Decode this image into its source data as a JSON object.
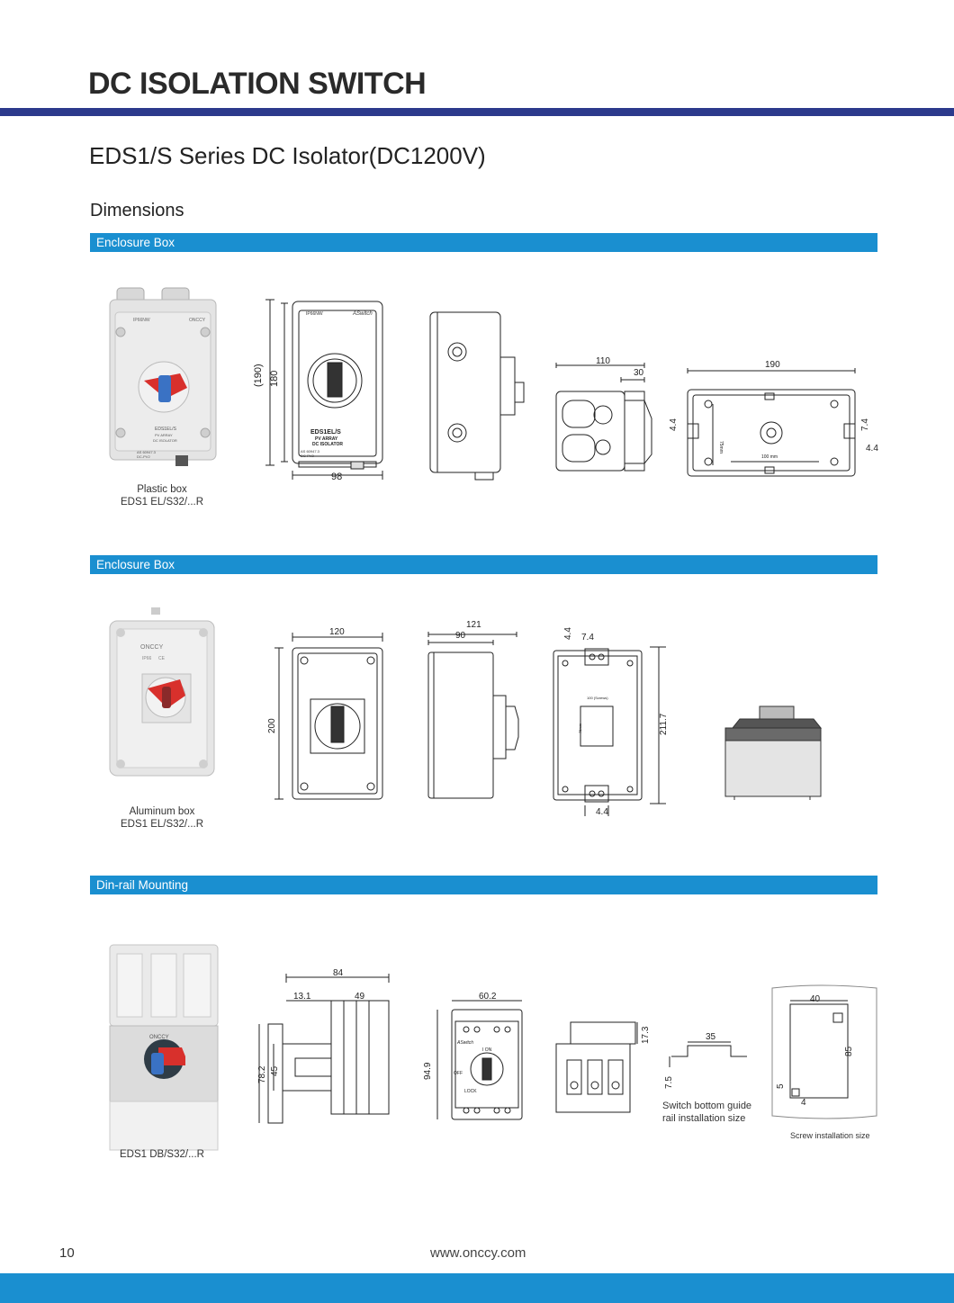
{
  "header": {
    "title": "DC ISOLATION SWITCH",
    "subtitle": "EDS1/S Series DC Isolator(DC1200V)",
    "section": "Dimensions"
  },
  "colors": {
    "band": "#1a8fd0",
    "rule": "#2c3a8c",
    "handle_red": "#d8302c",
    "handle_blue": "#3a72c4"
  },
  "sections": [
    {
      "label": "Enclosure Box",
      "caption_line1": "Plastic box",
      "caption_line2": "EDS1 EL/S32/...R",
      "product_labels": {
        "rating": "IP66NW",
        "brand": "ONCCY",
        "model": "EDS1EL/S",
        "line2": "PV ARRAY",
        "line3": "DC ISOLATOR",
        "code": "AS 60947.3",
        "range": "DC-PV2"
      },
      "front_labels": {
        "rating": "IP66NW",
        "brand": "ASwitch",
        "model": "EDS1EL/S",
        "line2": "PV ARRAY",
        "line3": "DC ISOLATOR",
        "code": "AS 60947.3",
        "range": "DC-PV2"
      },
      "dims": {
        "outer_h": "(190)",
        "h": "180",
        "w": "98",
        "depth": "110",
        "offset": "30",
        "length": "190",
        "small1": "4.4",
        "small2": "7.4",
        "small3": "4.4",
        "inner_h": "75mm",
        "inner_w": "100 mm"
      }
    },
    {
      "label": "Enclosure Box",
      "caption_line1": "Aluminum box",
      "caption_line2": "EDS1 EL/S32/...R",
      "product_labels": {
        "brand": "ONCCY",
        "rating": "IP66",
        "mark": "CE"
      },
      "dims": {
        "w": "120",
        "h": "200",
        "depth_total": "121",
        "depth": "90",
        "s1": "4.4",
        "s2": "7.4",
        "height_total": "211.7",
        "s3": "4.4",
        "inner1": "100 (Screws)",
        "inner2": "75mm"
      }
    },
    {
      "label": "Din-rail Mounting",
      "caption_line1": "EDS1 DB/S32/...R",
      "product_labels": {
        "brand": "ONCCY"
      },
      "dims": {
        "total": "84",
        "a": "13.1",
        "b": "49",
        "h1": "78.2",
        "h2": "45",
        "w": "60.2",
        "h3": "94.9",
        "top": "17.3",
        "rail_w": "35",
        "rail_h": "7.5",
        "sw": "40",
        "sh": "85",
        "s5": "5",
        "s4": "4"
      },
      "switch_labels": {
        "brand": "ASwitch",
        "on": "I ON",
        "off": "OFF",
        "lock": "LOCK"
      },
      "rail_caption_line1": "Switch bottom guide",
      "rail_caption_line2": "rail installation size",
      "screw_caption": "Screw installation size"
    }
  ],
  "footer": {
    "page_number": "10",
    "url": "www.onccy.com"
  }
}
